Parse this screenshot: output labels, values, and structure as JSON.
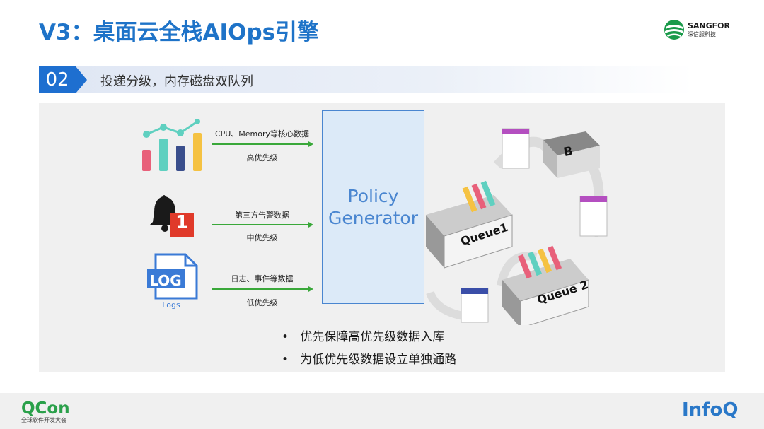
{
  "title": "V3：桌面云全栈AIOps引擎",
  "brand": {
    "name": "SANGFOR",
    "sub": "深信服科技"
  },
  "section": {
    "number": "02",
    "title": "投递分级，内存磁盘双队列"
  },
  "sources": [
    {
      "label": "CPU、Memory等核心数据",
      "priority": "高优先级",
      "icon": "bar-line-chart-icon"
    },
    {
      "label": "第三方告警数据",
      "priority": "中优先级",
      "icon": "alarm-bell-icon",
      "badge": "1"
    },
    {
      "label": "日志、事件等数据",
      "priority": "低优先级",
      "icon": "log-file-icon",
      "icon_text": "LOG",
      "caption": "Logs"
    }
  ],
  "policy": {
    "line1": "Policy",
    "line2": "Generator"
  },
  "queues": {
    "q1": "Queue1",
    "q2": "Queue 2",
    "b": "B"
  },
  "bullets": [
    "优先保障高优先级数据入库",
    "为低优先级数据设立单独通路"
  ],
  "footer": {
    "left_logo": "QCon",
    "left_sub": "全球软件开发大会",
    "right_logo": "InfoQ"
  },
  "colors": {
    "title": "#1e73c8",
    "accent": "#1e6fd0",
    "arrow": "#3aa83a",
    "policy_border": "#4a86d0"
  }
}
